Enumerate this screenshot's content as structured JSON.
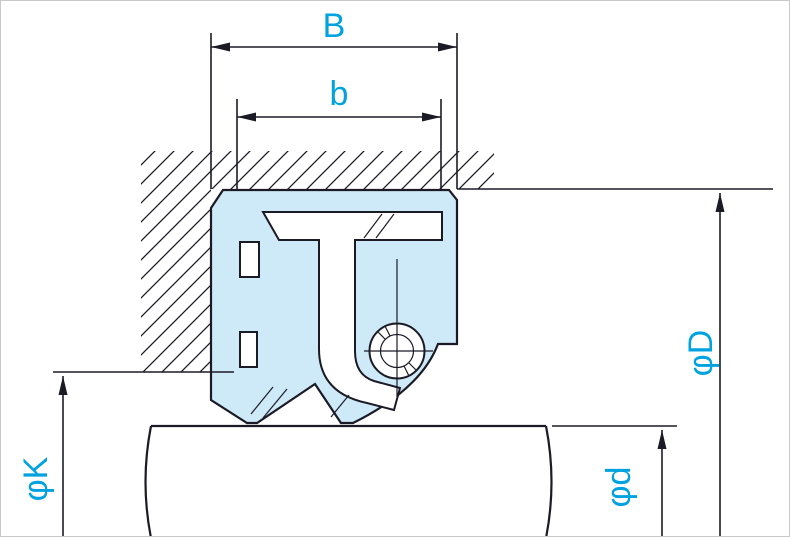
{
  "diagram": {
    "labels": {
      "seal_width": "B",
      "case_width": "b",
      "outer_diameter": "φD",
      "shaft_diameter": "φd",
      "lip_diameter": "φK"
    },
    "colors": {
      "label": "#00A3E0",
      "line": "#1B1B26",
      "seal_fill": "#CEE9F7",
      "case_fill": "#FFFFFF",
      "background": "#FFFFFF",
      "border": "#C9C9C9"
    }
  }
}
